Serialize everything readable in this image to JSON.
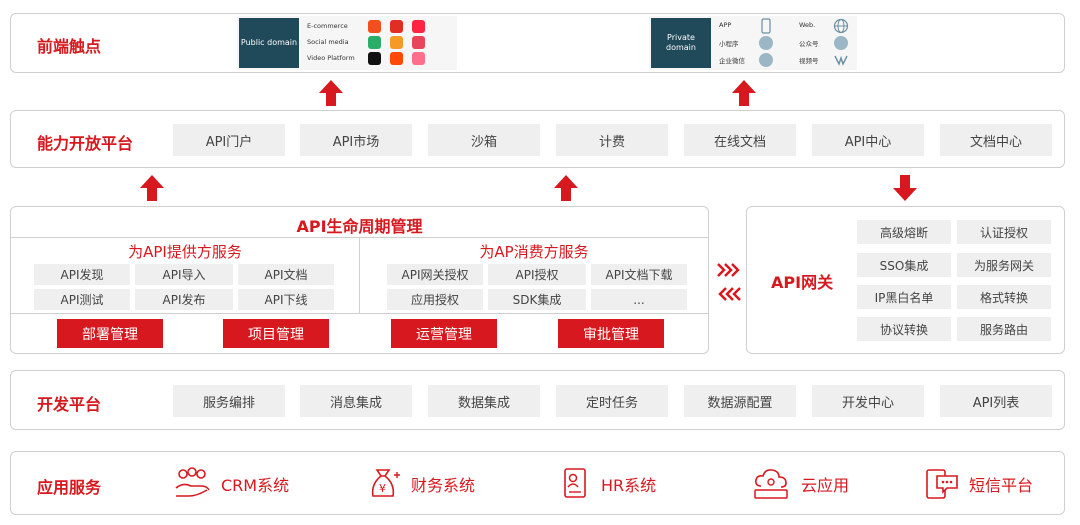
{
  "touchpoint": {
    "title": "前端触点",
    "public_domain": "Public domain",
    "public_items": [
      "E-commerce",
      "Social media",
      "Video Platform"
    ],
    "private_domain": "Private domain",
    "private_items_left": [
      "APP",
      "小程序",
      "企业微信"
    ],
    "private_items_right": [
      "Web.",
      "公众号",
      "视频号"
    ]
  },
  "capability": {
    "title": "能力开放平台",
    "items": [
      "API门户",
      "API市场",
      "沙箱",
      "计费",
      "在线文档",
      "API中心",
      "文档中心"
    ]
  },
  "lifecycle": {
    "title": "API生命周期管理",
    "provider_title": "为API提供方服务",
    "provider_items": [
      "API发现",
      "API导入",
      "API文档",
      "API测试",
      "API发布",
      "API下线"
    ],
    "consumer_title": "为AP消费方服务",
    "consumer_items": [
      "API网关授权",
      "API授权",
      "API文档下载",
      "应用授权",
      "SDK集成",
      "..."
    ],
    "buttons": [
      "部署管理",
      "项目管理",
      "运营管理",
      "审批管理"
    ]
  },
  "gateway": {
    "title": "API网关",
    "items": [
      "高级熔断",
      "认证授权",
      "SSO集成",
      "为服务网关",
      "IP黑白名单",
      "格式转换",
      "协议转换",
      "服务路由"
    ]
  },
  "devplatform": {
    "title": "开发平台",
    "items": [
      "服务编排",
      "消息集成",
      "数据集成",
      "定时任务",
      "数据源配置",
      "开发中心",
      "API列表"
    ]
  },
  "appservice": {
    "title": "应用服务",
    "items": [
      {
        "label": "CRM系统",
        "icon": "crm-people-icon"
      },
      {
        "label": "财务系统",
        "icon": "finance-bag-icon"
      },
      {
        "label": "HR系统",
        "icon": "hr-document-icon"
      },
      {
        "label": "云应用",
        "icon": "cloud-app-icon"
      },
      {
        "label": "短信平台",
        "icon": "sms-phone-icon"
      }
    ]
  },
  "colors": {
    "accent": "#d7191f",
    "chip": "#efefef",
    "domain": "#20495a"
  }
}
